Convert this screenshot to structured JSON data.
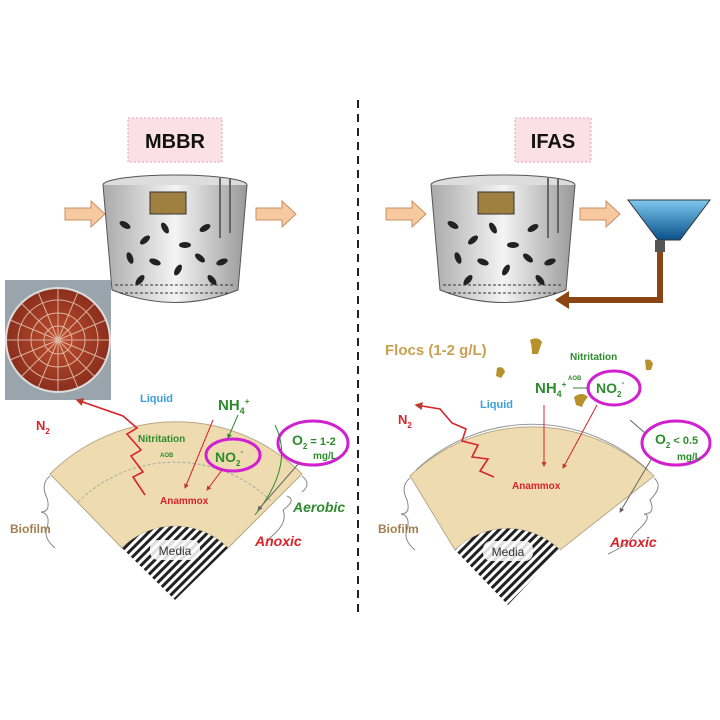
{
  "left": {
    "title": "MBBR",
    "liquid": "Liquid",
    "n2": {
      "base": "N",
      "sub": "2"
    },
    "nh4": {
      "base": "NH",
      "sub": "4",
      "sup": "+"
    },
    "no2": {
      "base": "NO",
      "sub": "2",
      "sup": "-"
    },
    "nitritation": "Nitritation",
    "aob": "AOB",
    "anammox": "Anammox",
    "o2": {
      "base": "O",
      "sub": "2",
      "rest": " = 1-2",
      "unit": "mg/L"
    },
    "aerobic": "Aerobic",
    "anoxic": "Anoxic",
    "biofilm": "Biofilm",
    "media": "Media"
  },
  "right": {
    "title": "IFAS",
    "flocs": "Flocs (1-2 g/L)",
    "liquid": "Liquid",
    "n2": {
      "base": "N",
      "sub": "2"
    },
    "nh4": {
      "base": "NH",
      "sub": "4",
      "sup": "+"
    },
    "no2": {
      "base": "NO",
      "sub": "2",
      "sup": "-"
    },
    "nitritation": "Nitritation",
    "aob": "AOB",
    "anammox": "Anammox",
    "o2": {
      "base": "O",
      "sub": "2",
      "rest": " < 0.5",
      "unit": "mg/L"
    },
    "anoxic": "Anoxic",
    "biofilm": "Biofilm",
    "media": "Media"
  },
  "colors": {
    "red": "#d8232a",
    "green": "#2e8b2e",
    "blue": "#3aa0e0",
    "biofilm": "#a08050",
    "magenta": "#d020d0",
    "fill": "#eedcb0",
    "pink": "#fbe0e6",
    "arrow": "#f6c9a0",
    "brown": "#8b4513"
  }
}
